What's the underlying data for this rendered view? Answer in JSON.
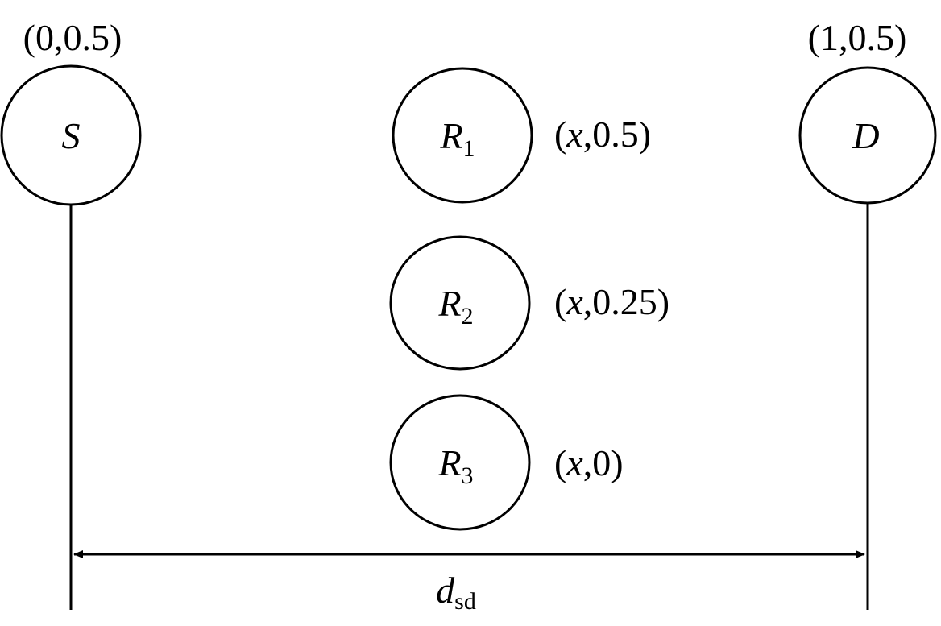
{
  "nodes": {
    "source": {
      "name": "S",
      "subscript": "",
      "coord": "(0,0.5)"
    },
    "relay1": {
      "name": "R",
      "subscript": "1",
      "coord_prefix": "(",
      "coord_var": "x",
      "coord_rest": ",0.5)"
    },
    "relay2": {
      "name": "R",
      "subscript": "2",
      "coord_prefix": "(",
      "coord_var": "x",
      "coord_rest": ",0.25)"
    },
    "relay3": {
      "name": "R",
      "subscript": "3",
      "coord_prefix": "(",
      "coord_var": "x",
      "coord_rest": ",0)"
    },
    "dest": {
      "name": "D",
      "subscript": "",
      "coord": "(1,0.5)"
    }
  },
  "distance": {
    "symbol": "d",
    "subscript": "sd"
  },
  "colors": {
    "stroke": "#000000",
    "background": "#ffffff"
  }
}
